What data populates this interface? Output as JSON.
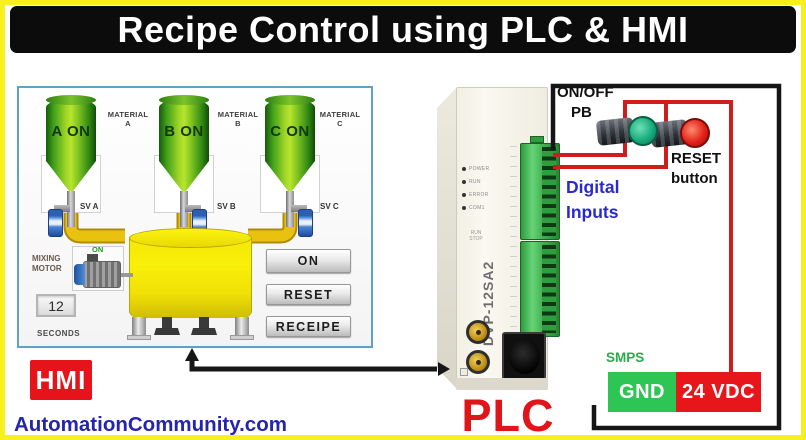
{
  "title": "Recipe Control using PLC & HMI",
  "hmi": {
    "tag": "HMI",
    "hoppers": [
      {
        "status": "A ON",
        "material_word": "MATERIAL",
        "material_letter": "A",
        "valve": "SV A"
      },
      {
        "status": "B ON",
        "material_word": "MATERIAL",
        "material_letter": "B",
        "valve": "SV B"
      },
      {
        "status": "C ON",
        "material_word": "MATERIAL",
        "material_letter": "C",
        "valve": "SV C"
      }
    ],
    "motor": {
      "label_line1": "MIXING",
      "label_line2": "MOTOR",
      "status": "ON"
    },
    "timer": {
      "value": "12",
      "unit": "SECONDS"
    },
    "buttons": [
      {
        "label": "ON"
      },
      {
        "label": "RESET"
      },
      {
        "label": "RECEIPE"
      }
    ]
  },
  "plc": {
    "tag": "PLC",
    "model": "DVP-12SA2",
    "leds": [
      {
        "label": "POWER"
      },
      {
        "label": "RUN"
      },
      {
        "label": "ERROR"
      },
      {
        "label": "COM1"
      }
    ],
    "switch": {
      "top": "RUN",
      "bottom": "STOP"
    }
  },
  "field": {
    "onoff_label_line1": "ON/OFF",
    "onoff_label_line2": "PB",
    "reset_label_line1": "RESET",
    "reset_label_line2": "button",
    "digital_inputs_line1": "Digital",
    "digital_inputs_line2": "Inputs",
    "smps": {
      "label": "SMPS",
      "gnd": "GND",
      "vdc": "24 VDC"
    }
  },
  "footer": {
    "website": "AutomationCommunity.com"
  },
  "colors": {
    "frame_yellow": "#f7ef1e",
    "title_bg": "#0c0c0c",
    "wire_red": "#cf1d1d",
    "wire_black": "#161616",
    "hmi_border": "#5ea2c6",
    "hopper_green": "#7ec322",
    "tank_yellow": "#f4e607",
    "valve_blue": "#4a84d4",
    "tag_red": "#e6131a",
    "plc_label_red": "#df1519",
    "digital_inputs_blue": "#2a2acc",
    "smps_green": "#27ae4a",
    "gnd_green": "#2dc654",
    "vdc_red": "#e7161b",
    "pb_green_cap": "#18ac7c",
    "pb_red_cap": "#e42119",
    "website_blue": "#2424ad"
  }
}
